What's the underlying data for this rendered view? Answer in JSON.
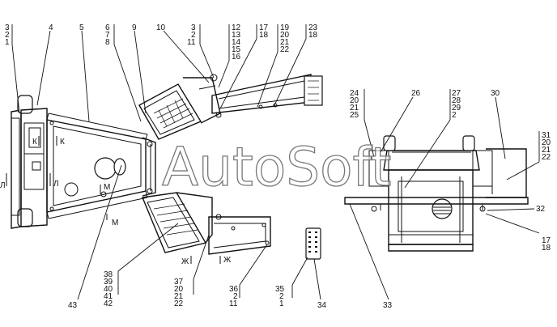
{
  "watermark": "AutoSoft",
  "callouts": [
    {
      "id": "c-3-2-1",
      "lines": [
        "3",
        "2",
        "1"
      ]
    },
    {
      "id": "c-4",
      "lines": [
        "4"
      ]
    },
    {
      "id": "c-5",
      "lines": [
        "5"
      ]
    },
    {
      "id": "c-6-7-8",
      "lines": [
        "6",
        "7",
        "8"
      ]
    },
    {
      "id": "c-9",
      "lines": [
        "9"
      ]
    },
    {
      "id": "c-10",
      "lines": [
        "10"
      ]
    },
    {
      "id": "c-3-2-11",
      "lines": [
        "3",
        "2",
        "11"
      ]
    },
    {
      "id": "c-12-16",
      "lines": [
        "12",
        "13",
        "14",
        "15",
        "16"
      ]
    },
    {
      "id": "c-17-18-top",
      "lines": [
        "17",
        "18"
      ]
    },
    {
      "id": "c-19-22",
      "lines": [
        "19",
        "20",
        "21",
        "22"
      ]
    },
    {
      "id": "c-23-18",
      "lines": [
        "23",
        "18"
      ]
    },
    {
      "id": "c-24-25",
      "lines": [
        "24",
        "20",
        "21",
        "25"
      ]
    },
    {
      "id": "c-26",
      "lines": [
        "26"
      ]
    },
    {
      "id": "c-27-2",
      "lines": [
        "27",
        "28",
        "29",
        "2"
      ]
    },
    {
      "id": "c-30",
      "lines": [
        "30"
      ]
    },
    {
      "id": "c-31-22",
      "lines": [
        "31",
        "20",
        "21",
        "22"
      ]
    },
    {
      "id": "c-32",
      "lines": [
        "32"
      ]
    },
    {
      "id": "c-17-18-right",
      "lines": [
        "17",
        "18"
      ]
    },
    {
      "id": "c-38-42",
      "lines": [
        "38",
        "39",
        "40",
        "41",
        "42"
      ]
    },
    {
      "id": "c-37-22",
      "lines": [
        "37",
        "20",
        "21",
        "22"
      ]
    },
    {
      "id": "c-36-2-11",
      "lines": [
        "36",
        "2",
        "11"
      ]
    },
    {
      "id": "c-35-2-1",
      "lines": [
        "35",
        "2",
        "1"
      ]
    },
    {
      "id": "c-34",
      "lines": [
        "34"
      ]
    },
    {
      "id": "c-33",
      "lines": [
        "33"
      ]
    },
    {
      "id": "c-43",
      "lines": [
        "43"
      ]
    }
  ],
  "section_marks": {
    "k1": "К",
    "k2": "К",
    "l1": "Л",
    "l2": "Л",
    "m1": "М",
    "m2": "М",
    "zh1": "Ж",
    "zh2": "Ж"
  }
}
